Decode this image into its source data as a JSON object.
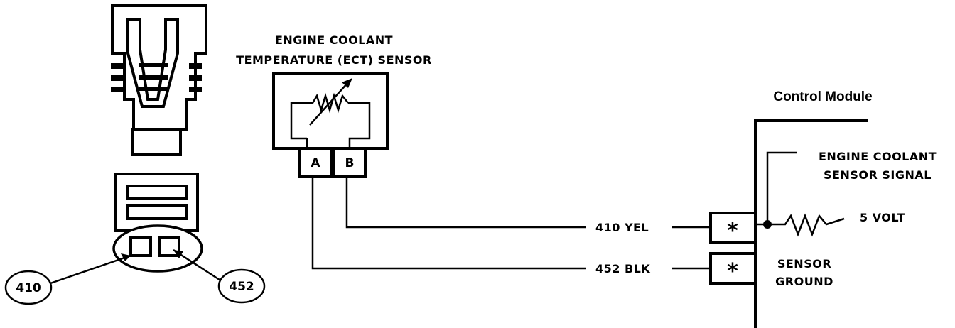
{
  "sensor": {
    "title_line1": "ENGINE COOLANT",
    "title_line2": "TEMPERATURE (ECT) SENSOR",
    "pin_a": "A",
    "pin_b": "B"
  },
  "control_module": {
    "title": "Control Module",
    "signal_line1": "ENGINE COOLANT",
    "signal_line2": "SENSOR SIGNAL",
    "voltage": "5 VOLT",
    "ground_line1": "SENSOR",
    "ground_line2": "GROUND",
    "terminal_marker": "*"
  },
  "wires": [
    {
      "label": "410 YEL"
    },
    {
      "label": "452 BLK"
    }
  ],
  "connector_callouts": {
    "left": "410",
    "right": "452"
  }
}
